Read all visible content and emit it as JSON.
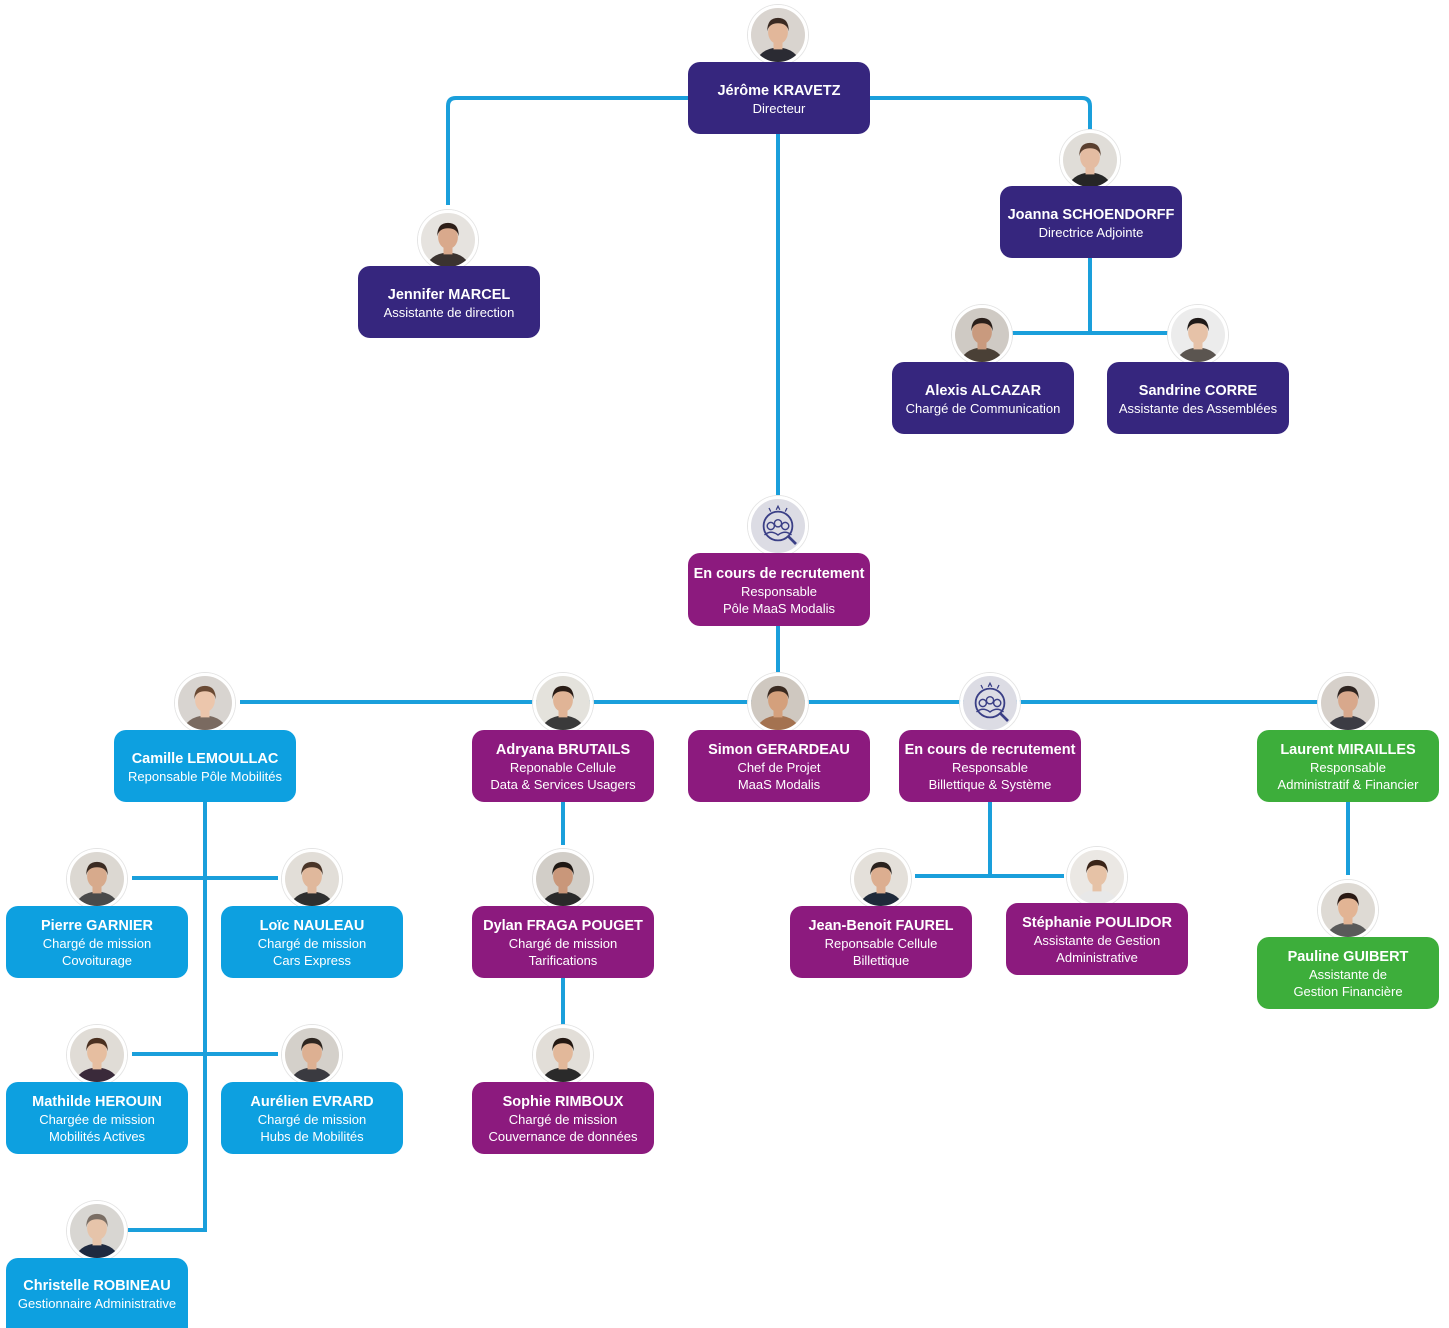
{
  "colors": {
    "line": "#1a9fdb",
    "navy": "#36267e",
    "purple": "#8c1a7e",
    "blue": "#0da0e0",
    "green": "#3dae3b"
  },
  "people": {
    "kravetz": {
      "name": "Jérôme KRAVETZ",
      "role": [
        "Directeur"
      ],
      "avatar": "person-photo"
    },
    "marcel": {
      "name": "Jennifer MARCEL",
      "role": [
        "Assistante de direction"
      ],
      "avatar": "person-photo"
    },
    "schoendorff": {
      "name": "Joanna SCHOENDORFF",
      "role": [
        "Directrice Adjointe"
      ],
      "avatar": "person-photo"
    },
    "alcazar": {
      "name": "Alexis ALCAZAR",
      "role": [
        "Chargé de Communication"
      ],
      "avatar": "person-photo"
    },
    "corre": {
      "name": "Sandrine CORRE",
      "role": [
        "Assistante des Assemblées"
      ],
      "avatar": "person-photo"
    },
    "recrut_maas": {
      "name": "En cours de recrutement",
      "role": [
        "Responsable",
        "Pôle MaaS Modalis"
      ],
      "avatar": "recruitment-icon"
    },
    "lemoullac": {
      "name": "Camille LEMOULLAC",
      "role": [
        "Reponsable Pôle Mobilités"
      ],
      "avatar": "person-photo"
    },
    "brutails": {
      "name": "Adryana BRUTAILS",
      "role": [
        "Reponable Cellule",
        "Data & Services Usagers"
      ],
      "avatar": "person-photo"
    },
    "gerardeau": {
      "name": "Simon GERARDEAU",
      "role": [
        "Chef de Projet",
        "MaaS Modalis"
      ],
      "avatar": "person-photo"
    },
    "recrut_bill": {
      "name": "En cours de recrutement",
      "role": [
        "Responsable",
        "Billettique & Système"
      ],
      "avatar": "recruitment-icon"
    },
    "miraille": {
      "name": "Laurent MIRAILLES",
      "role": [
        "Responsable",
        "Administratif & Financier"
      ],
      "avatar": "person-photo"
    },
    "garnier": {
      "name": "Pierre GARNIER",
      "role": [
        "Chargé de mission",
        "Covoiturage"
      ],
      "avatar": "person-photo"
    },
    "nauleau": {
      "name": "Loïc NAULEAU",
      "role": [
        "Chargé de mission",
        "Cars Express"
      ],
      "avatar": "person-photo"
    },
    "fraga": {
      "name": "Dylan FRAGA POUGET",
      "role": [
        "Chargé de mission",
        "Tarifications"
      ],
      "avatar": "person-photo"
    },
    "faurel": {
      "name": "Jean-Benoit FAUREL",
      "role": [
        "Reponsable Cellule",
        "Billettique"
      ],
      "avatar": "person-photo"
    },
    "poulidor": {
      "name": "Stéphanie POULIDOR",
      "role": [
        "Assistante de Gestion",
        "Administrative"
      ],
      "avatar": "person-photo"
    },
    "guibert": {
      "name": "Pauline GUIBERT",
      "role": [
        "Assistante de",
        "Gestion Financière"
      ],
      "avatar": "person-photo"
    },
    "herouin": {
      "name": "Mathilde HEROUIN",
      "role": [
        "Chargée de mission",
        "Mobilités Actives"
      ],
      "avatar": "person-photo"
    },
    "evrard": {
      "name": "Aurélien EVRARD",
      "role": [
        "Chargé de mission",
        "Hubs de Mobilités"
      ],
      "avatar": "person-photo"
    },
    "rimboux": {
      "name": "Sophie RIMBOUX",
      "role": [
        "Chargé de mission",
        "Couvernance de données"
      ],
      "avatar": "person-photo"
    },
    "robineau": {
      "name": "Christelle ROBINEAU",
      "role": [
        "Gestionnaire Administrative"
      ],
      "avatar": "person-photo"
    }
  }
}
